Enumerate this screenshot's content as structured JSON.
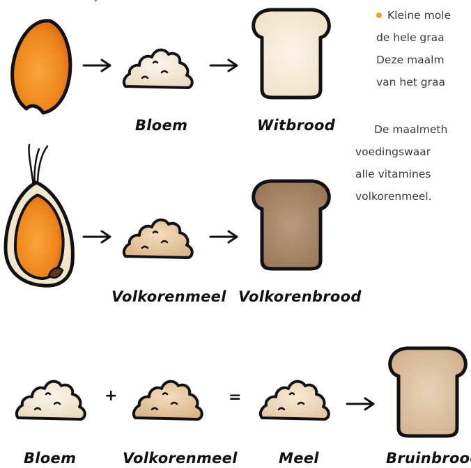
{
  "colors": {
    "kernel_orange": "#f08a1f",
    "bullet_orange": "#f2a025",
    "white_bread": "#f6ecdb",
    "whole_bread": "#a8886a",
    "brown_bread": "#dcc2a2",
    "flour_white": "#f4ead8",
    "flour_whole": "#e7caa5",
    "flour_mix": "#efdcc2"
  },
  "top_cut_text": "j",
  "row1": {
    "kernel_icon": "wheat-kernel-icon",
    "flour_label": "Bloem",
    "bread_label": "Witbrood"
  },
  "row2": {
    "kernel_icon": "whole-grain-with-husk-icon",
    "flour_label": "Volkorenmeel",
    "bread_label": "Volkorenbrood"
  },
  "row3": {
    "flour1_label": "Bloem",
    "plus_symbol": "+",
    "flour2_label": "Volkorenmeel",
    "equals_symbol": "=",
    "flour3_label": "Meel",
    "bread_label": "Bruinbrood"
  },
  "text": {
    "bullet_line1": "Kleine mole",
    "bullet_line2": "de hele graa",
    "bullet_line3": "Deze maalm",
    "bullet_line4": "van het graa",
    "para_line1": "De maalmeth",
    "para_line2": "voedingswaar",
    "para_line3": "alle vitamines",
    "para_line4": "volkorenmeel."
  }
}
